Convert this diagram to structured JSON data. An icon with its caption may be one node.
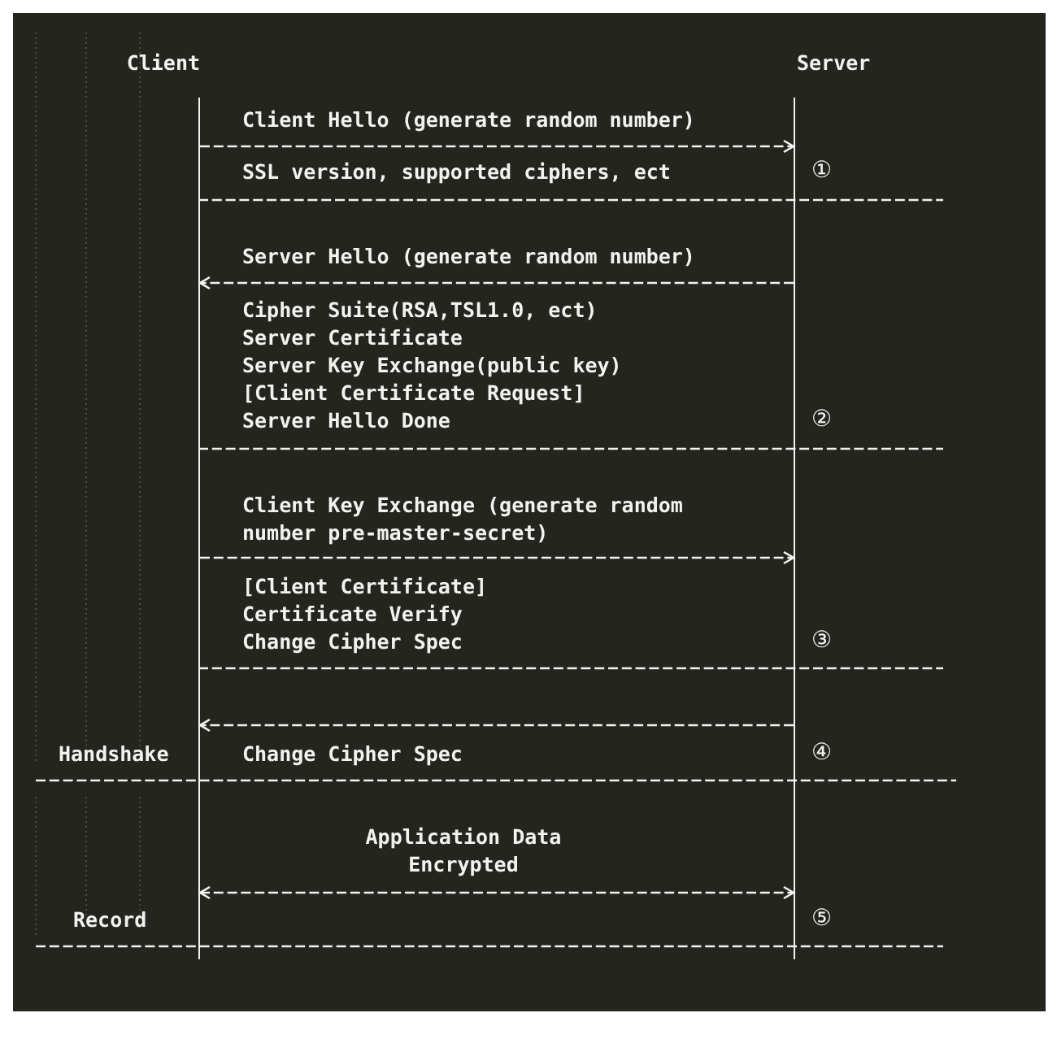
{
  "diagram": {
    "nodes": [
      {
        "text": [
          "Client"
        ]
      },
      {
        "text": [
          "Server"
        ]
      }
    ],
    "edges": [
      {
        "from": 0,
        "to": 1,
        "arrow": "to",
        "style": "dashed",
        "label": "Client Hello (generate random number)"
      },
      {
        "from": 1,
        "to": 0,
        "arrow": "to",
        "style": "dashed",
        "label": "Server Hello (generate random number)"
      },
      {
        "from": 0,
        "to": 1,
        "arrow": "to",
        "style": "dashed",
        "label": "Client Key Exchange (generate random number pre-master-secret)"
      },
      {
        "from": 1,
        "to": 0,
        "arrow": "to",
        "style": "dashed",
        "label": "Change Cipher Spec"
      },
      {
        "from": 0,
        "to": 1,
        "arrow": "both",
        "style": "dashed",
        "label": "Application Data Encrypted"
      }
    ],
    "labels": [
      "SSL version, supported ciphers, ect",
      "①",
      "Cipher Suite(RSA,TSL1.0, ect)",
      "Server Certificate",
      "Server Key Exchange(public key)",
      "[Client Certificate Request]",
      "Server Hello Done",
      "②",
      "[Client Certificate]",
      "Certificate Verify",
      "Change Cipher Spec",
      "③",
      "Handshake",
      "④",
      "Record",
      "⑤"
    ]
  }
}
